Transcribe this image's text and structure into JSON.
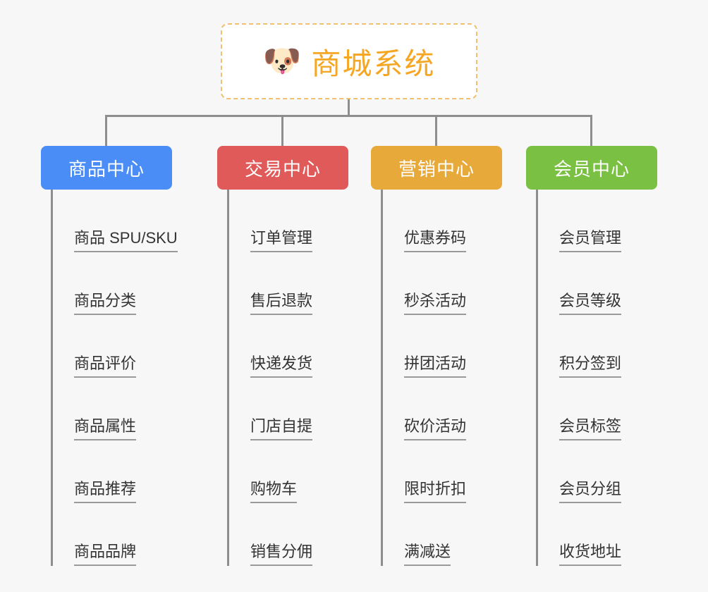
{
  "page": {
    "background_color": "#f7f7f7",
    "line_color": "#8e8e8e",
    "leaf_text_color": "#333333"
  },
  "root": {
    "icon": "dog-face-emoji",
    "icon_glyph": "🐶",
    "title": "商城系统",
    "title_color": "#f5a623",
    "border_color": "#f0c070",
    "background_color": "#ffffff"
  },
  "columns": [
    {
      "key": "product-center",
      "title": "商品中心",
      "color": "#4a8df6",
      "items": [
        "商品 SPU/SKU",
        "商品分类",
        "商品评价",
        "商品属性",
        "商品推荐",
        "商品品牌"
      ]
    },
    {
      "key": "trade-center",
      "title": "交易中心",
      "color": "#e05a5a",
      "items": [
        "订单管理",
        "售后退款",
        "快递发货",
        "门店自提",
        "购物车",
        "销售分佣"
      ]
    },
    {
      "key": "marketing-center",
      "title": "营销中心",
      "color": "#e8a93b",
      "items": [
        "优惠券码",
        "秒杀活动",
        "拼团活动",
        "砍价活动",
        "限时折扣",
        "满减送"
      ]
    },
    {
      "key": "member-center",
      "title": "会员中心",
      "color": "#7ac143",
      "items": [
        "会员管理",
        "会员等级",
        "积分签到",
        "会员标签",
        "会员分组",
        "收货地址"
      ]
    }
  ]
}
